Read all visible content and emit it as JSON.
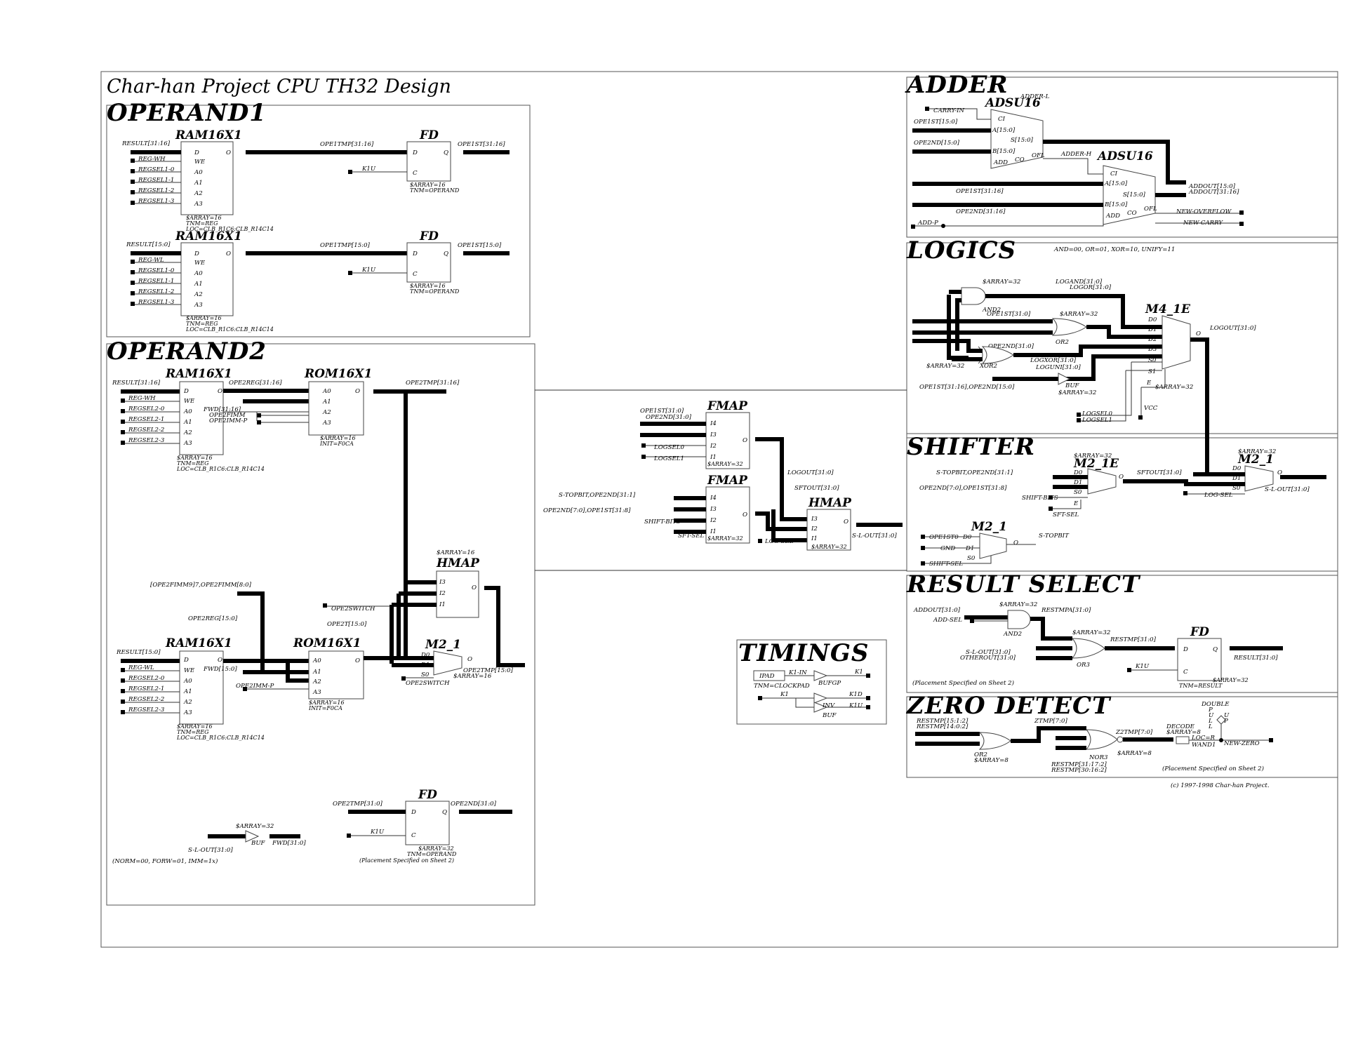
{
  "page": {
    "title": "Char-han Project CPU TH32 Design",
    "copyright": "(c) 1997-1998 Char-han Project."
  },
  "sections": {
    "operand1": "OPERAND1",
    "operand2": "OPERAND2",
    "adder": "ADDER",
    "logics": "LOGICS",
    "logics_note": "AND=00, OR=01, XOR=10, UNIFY=11",
    "shifter": "SHIFTER",
    "result_select": "RESULT SELECT",
    "zero_detect": "ZERO DETECT",
    "timings": "TIMINGS"
  },
  "components": {
    "ram16x1": "RAM16X1",
    "rom16x1": "ROM16X1",
    "fd": "FD",
    "hmap": "HMAP",
    "fmap": "FMAP",
    "m2_1": "M2_1",
    "m2_1e": "M2_1E",
    "m4_1e": "M4_1E",
    "adsu16": "ADSU16"
  },
  "operand1": {
    "ram1": {
      "in": "RESULT[31:16]",
      "ctl": [
        "REG-WH",
        "REGSEL1-0",
        "REGSEL1-1",
        "REGSEL1-2",
        "REGSEL1-3"
      ],
      "pins": [
        "D",
        "WE",
        "A0",
        "A1",
        "A2",
        "A3"
      ],
      "out_pin": "O",
      "attrs": [
        "$ARRAY=16",
        "TNM=REG",
        "LOC=CLB_R1C6:CLB_R14C14"
      ]
    },
    "ram2": {
      "in": "RESULT[15:0]",
      "ctl": [
        "REG-WL",
        "REGSEL1-0",
        "REGSEL1-1",
        "REGSEL1-2",
        "REGSEL1-3"
      ],
      "attrs": [
        "$ARRAY=16",
        "TNM=REG",
        "LOC=CLB_R1C6:CLB_R14C14"
      ]
    },
    "net1": "OPE1TMP[31:16]",
    "net2": "OPE1TMP[15:0]",
    "out1": "OPE1ST[31:16]",
    "out2": "OPE1ST[15:0]",
    "clk": "K1U",
    "fd_pins": [
      "D",
      "Q",
      "C"
    ],
    "fd_attrs": [
      "$ARRAY=16",
      "TNM=OPERAND"
    ]
  },
  "operand2": {
    "ram1": {
      "in": "RESULT[31:16]",
      "ctl": [
        "REG-WH",
        "REGSEL2-0",
        "REGSEL2-1",
        "REGSEL2-2",
        "REGSEL2-3"
      ],
      "attrs": [
        "$ARRAY=16",
        "TNM=REG",
        "LOC=CLB_R1C6:CLB_R14C14"
      ]
    },
    "ram2": {
      "in": "RESULT[15:0]",
      "ctl": [
        "REG-WL",
        "REGSEL2-0",
        "REGSEL2-1",
        "REGSEL2-2",
        "REGSEL2-3"
      ],
      "attrs": [
        "$ARRAY=16",
        "TNM=REG",
        "LOC=CLB_R1C6:CLB_R14C14"
      ]
    },
    "rom_in1": [
      "OPE2REG[31:16]",
      "FWD[31:16]",
      "OPE2FIMM",
      "OPE2IMM-P"
    ],
    "rom_in2": [
      "OPE2REG[15:0]",
      "FWD[15:0]",
      "OPE2IMM-P"
    ],
    "rom_pins": [
      "A0",
      "A1",
      "A2",
      "A3"
    ],
    "rom_attrs": [
      "$ARRAY=16",
      "INIT=F0CA"
    ],
    "tmp_hi": "OPE2TMP[31:16]",
    "tmp_lo": "OPE2TMP[15:0]",
    "imm": "[OPE2FIMM9]7,OPE2FIMM[8:0]",
    "ope2t": "OPE2T[15:0]",
    "switch": "OPE2SWITCH",
    "hmap_attr": "$ARRAY=16",
    "hmap_pins": [
      "I3",
      "I2",
      "I1",
      "O"
    ],
    "mux_pins": [
      "D0",
      "D1",
      "S0",
      "O"
    ],
    "mux_attr": "$ARRAY=16",
    "fd_in": "OPE2TMP[31:0]",
    "fd_out": "OPE2ND[31:0]",
    "fd_clk": "K1U",
    "fd_attrs": [
      "$ARRAY=32",
      "TNM=OPERAND",
      "(Placement Specified on Sheet 2)"
    ],
    "buf_in": "S-L-OUT[31:0]",
    "buf_out": "FWD[31:0]",
    "buf_attr": "$ARRAY=32",
    "buf_label": "BUF",
    "mode_note": "(NORM=00, FORW=01, IMM=1x)"
  },
  "middle": {
    "fmap1_in": [
      "OPE1ST[31:0]",
      "OPE2ND[31:0]",
      "LOGSEL0",
      "LOGSEL1"
    ],
    "fmap_pins": [
      "I4",
      "I3",
      "I2",
      "I1",
      "O"
    ],
    "fmap_attr": "$ARRAY=32",
    "fmap2_in": [
      "S-TOPBIT,OPE2ND[31:1]",
      "OPE2ND[7:0],OPE1ST[31:8]",
      "SHIFT-BITS",
      "SFT-SEL"
    ],
    "logout": "LOGOUT[31:0]",
    "sftout": "SFTOUT[31:0]",
    "log_sel": "LOG-SEL",
    "hmap_out": "S-L-OUT[31:0]",
    "hmap_attr": "$ARRAY=32"
  },
  "timings": {
    "ipad": "IPAD",
    "k1_in": "K1-IN",
    "bufgp": "BUFGP",
    "k1": "K1",
    "clockpad": "TNM=CLOCKPAD",
    "k1d": "K1D",
    "k1u": "K1U",
    "inv": "INV",
    "buf": "BUF"
  },
  "adder": {
    "adder_l": "ADDER-L",
    "adder_h": "ADDER-H",
    "carry_in": "CARRY-IN",
    "a_lo": "OPE1ST[15:0]",
    "b_lo": "OPE2ND[15:0]",
    "a_hi": "OPE1ST[31:16]",
    "b_hi": "OPE2ND[31:16]",
    "pins": [
      "CI",
      "A[15:0]",
      "S[15:0]",
      "B[15:0]",
      "ADD",
      "CO",
      "OFL"
    ],
    "sum_lo": "ADDOUT[15:0]",
    "sum_hi": "ADDOUT[31:16]",
    "overflow": "NEW-OVERFLOW",
    "carry": "NEW-CARRY",
    "add_p": "ADD-P"
  },
  "logics": {
    "and_attr": "$ARRAY=32",
    "and_label": "AND2",
    "or_attr": "$ARRAY=32",
    "or_label": "OR2",
    "xor_label": "XOR2",
    "xor_attr": "$ARRAY=32",
    "logand": "LOGAND[31:0]",
    "logor": "LOGOR[31:0]",
    "logxor": "LOGXOR[31:0]",
    "loguni": "LOGUNI[31:0]",
    "in_a": "OPE1ST[31:0]",
    "in_b": "OPE2ND[31:0]",
    "buf_in": "OPE1ST[31:16],OPE2ND[15:0]",
    "buf_label": "BUF",
    "buf_attr": "$ARRAY=32",
    "mux_pins": [
      "D0",
      "D1",
      "D2",
      "D3",
      "S0",
      "S1",
      "E",
      "O"
    ],
    "mux_attr": "$ARRAY=32",
    "sel": [
      "LOGSEL0",
      "LOGSEL1"
    ],
    "vcc": "VCC",
    "out": "LOGOUT[31:0]"
  },
  "shifter": {
    "m2e_attr": "$ARRAY=32",
    "in": [
      "S-TOPBIT,OPE2ND[31:1]",
      "OPE2ND[7:0],OPE1ST[31:8]"
    ],
    "pins": [
      "D0",
      "D1",
      "S0",
      "E",
      "O"
    ],
    "shift_bits": "SHIFT-BITS",
    "sft_sel": "SFT-SEL",
    "sftout": "SFTOUT[31:0]",
    "m2_attr": "$ARRAY=32",
    "log_sel": "LOG-SEL",
    "out": "S-L-OUT[31:0]",
    "topbit_in": [
      "OPE1ST0",
      "GND",
      "SHIFT-SEL"
    ],
    "topbit_out": "S-TOPBIT"
  },
  "result_select": {
    "addout": "ADDOUT[31:0]",
    "add_sel": "ADD-SEL",
    "and_attr": "$ARRAY=32",
    "and_label": "AND2",
    "restmpa": "RESTMPA[31:0]",
    "or_attr": "$ARRAY=32",
    "or_label": "OR3",
    "or_in": [
      "S-L-OUT[31:0]",
      "OTHEROUT[31:0]"
    ],
    "restmp": "RESTMP[31:0]",
    "clk": "K1U",
    "out": "RESULT[31:0]",
    "fd_attrs": [
      "$ARRAY=32",
      "TNM=RESULT"
    ],
    "note": "(Placement Specified on Sheet 2)"
  },
  "zero_detect": {
    "in_a": [
      "RESTMP[15:1:2]",
      "RESTMP[14:0:2]"
    ],
    "or_label": "OR2",
    "or_attr": "$ARRAY=8",
    "ztmp": "ZTMP[7:0]",
    "nor_label": "NOR3",
    "nor_attr": "$ARRAY=8",
    "in_b": [
      "RESTMP[31:17:2]",
      "RESTMP[30:16:2]"
    ],
    "z2tmp": "Z2TMP[7:0]",
    "decode_attrs": [
      "DECODE",
      "$ARRAY=8",
      "LOC=R"
    ],
    "decode_label": "WAND1",
    "pullup": [
      "DOUBLE",
      "P",
      "U",
      "L",
      "L",
      "U",
      "P"
    ],
    "out": "NEW-ZERO",
    "note": "(Placement Specified on Sheet 2)"
  }
}
